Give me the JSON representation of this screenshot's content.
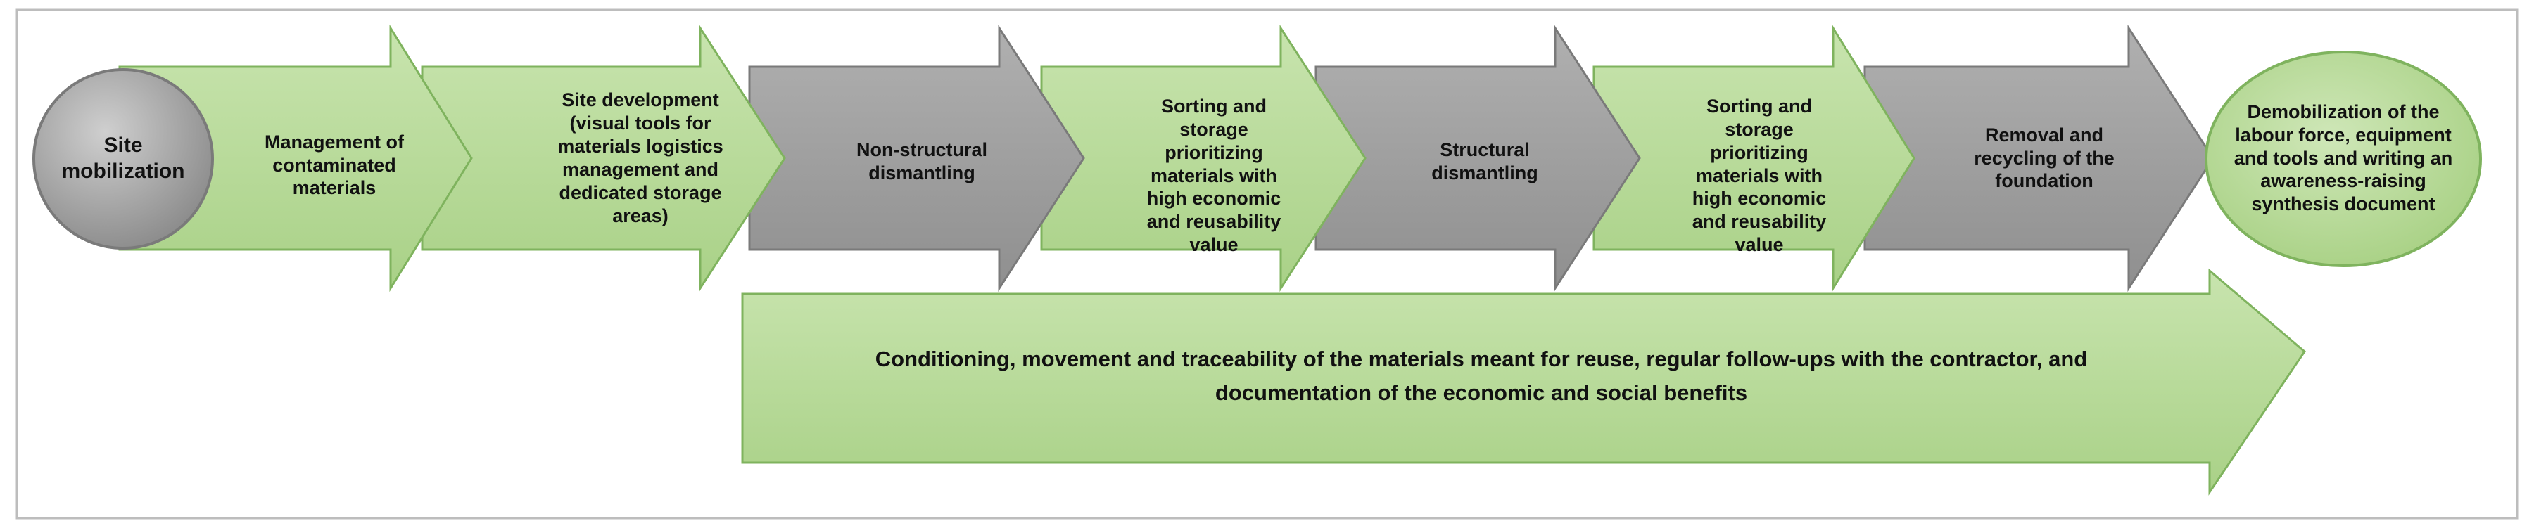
{
  "diagram": {
    "start_node": "Site\nmobilization",
    "steps": [
      {
        "label": "Management of\ncontaminated\nmaterials",
        "fill": "#b5d996"
      },
      {
        "label": "Site development\n(visual tools for\nmaterials logistics\nmanagement and\ndedicated storage\nareas)",
        "fill": "#b5d996"
      },
      {
        "label": "Non-structural\ndismantling",
        "fill": "#9d9d9d"
      },
      {
        "label": "Sorting and\nstorage\nprioritizing\nmaterials with\nhigh economic\nand reusability\nvalue",
        "fill": "#b5d996"
      },
      {
        "label": "Structural\ndismantling",
        "fill": "#9d9d9d"
      },
      {
        "label": "Sorting and\nstorage\nprioritizing\nmaterials with\nhigh economic\nand reusability\nvalue",
        "fill": "#b5d996"
      },
      {
        "label": "Removal and\nrecycling of the\nfoundation",
        "fill": "#9d9d9d"
      }
    ],
    "end_node": "Demobilization of the\nlabour force, equipment\nand tools and writing an\nawareness-raising\nsynthesis document",
    "bottom_arrow": "Conditioning, movement and traceability of the materials meant for reuse, regular follow-ups with the contractor, and\ndocumentation of the economic and social benefits"
  },
  "colors": {
    "green_fill": "#b5d996",
    "green_stroke": "#7fb35e",
    "gray_fill": "#9d9d9d",
    "gray_stroke": "#7a7a7a",
    "frame": "#bdbdbd"
  }
}
